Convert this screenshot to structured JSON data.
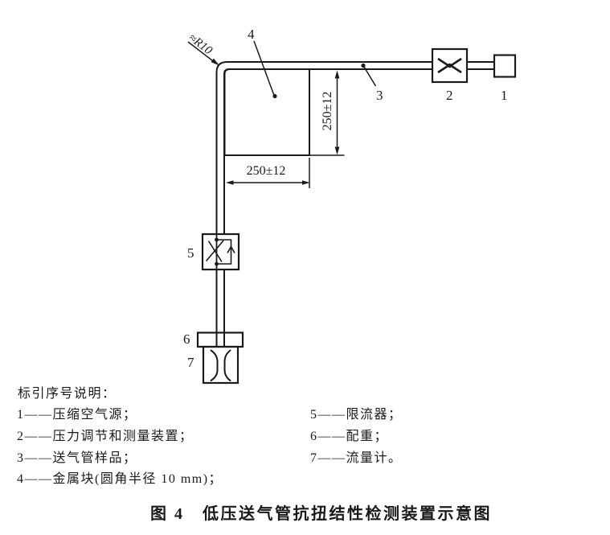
{
  "figure": {
    "radius_note": "≈R10",
    "dims": {
      "vertical": "250±12",
      "horizontal": "250±12"
    },
    "parts": {
      "p1": "1",
      "p2": "2",
      "p3": "3",
      "p4": "4",
      "p5": "5",
      "p6": "6",
      "p7": "7"
    }
  },
  "legend": {
    "title": "标引序号说明：",
    "left": [
      "1——压缩空气源；",
      "2——压力调节和测量装置；",
      "3——送气管样品；",
      "4——金属块(圆角半径 10 mm)；"
    ],
    "right": [
      "5——限流器；",
      "6——配重；",
      "7——流量计。"
    ]
  },
  "caption": "图 4　低压送气管抗扭结性检测装置示意图",
  "colors": {
    "ink": "#1a1a1a",
    "background": "#ffffff"
  }
}
